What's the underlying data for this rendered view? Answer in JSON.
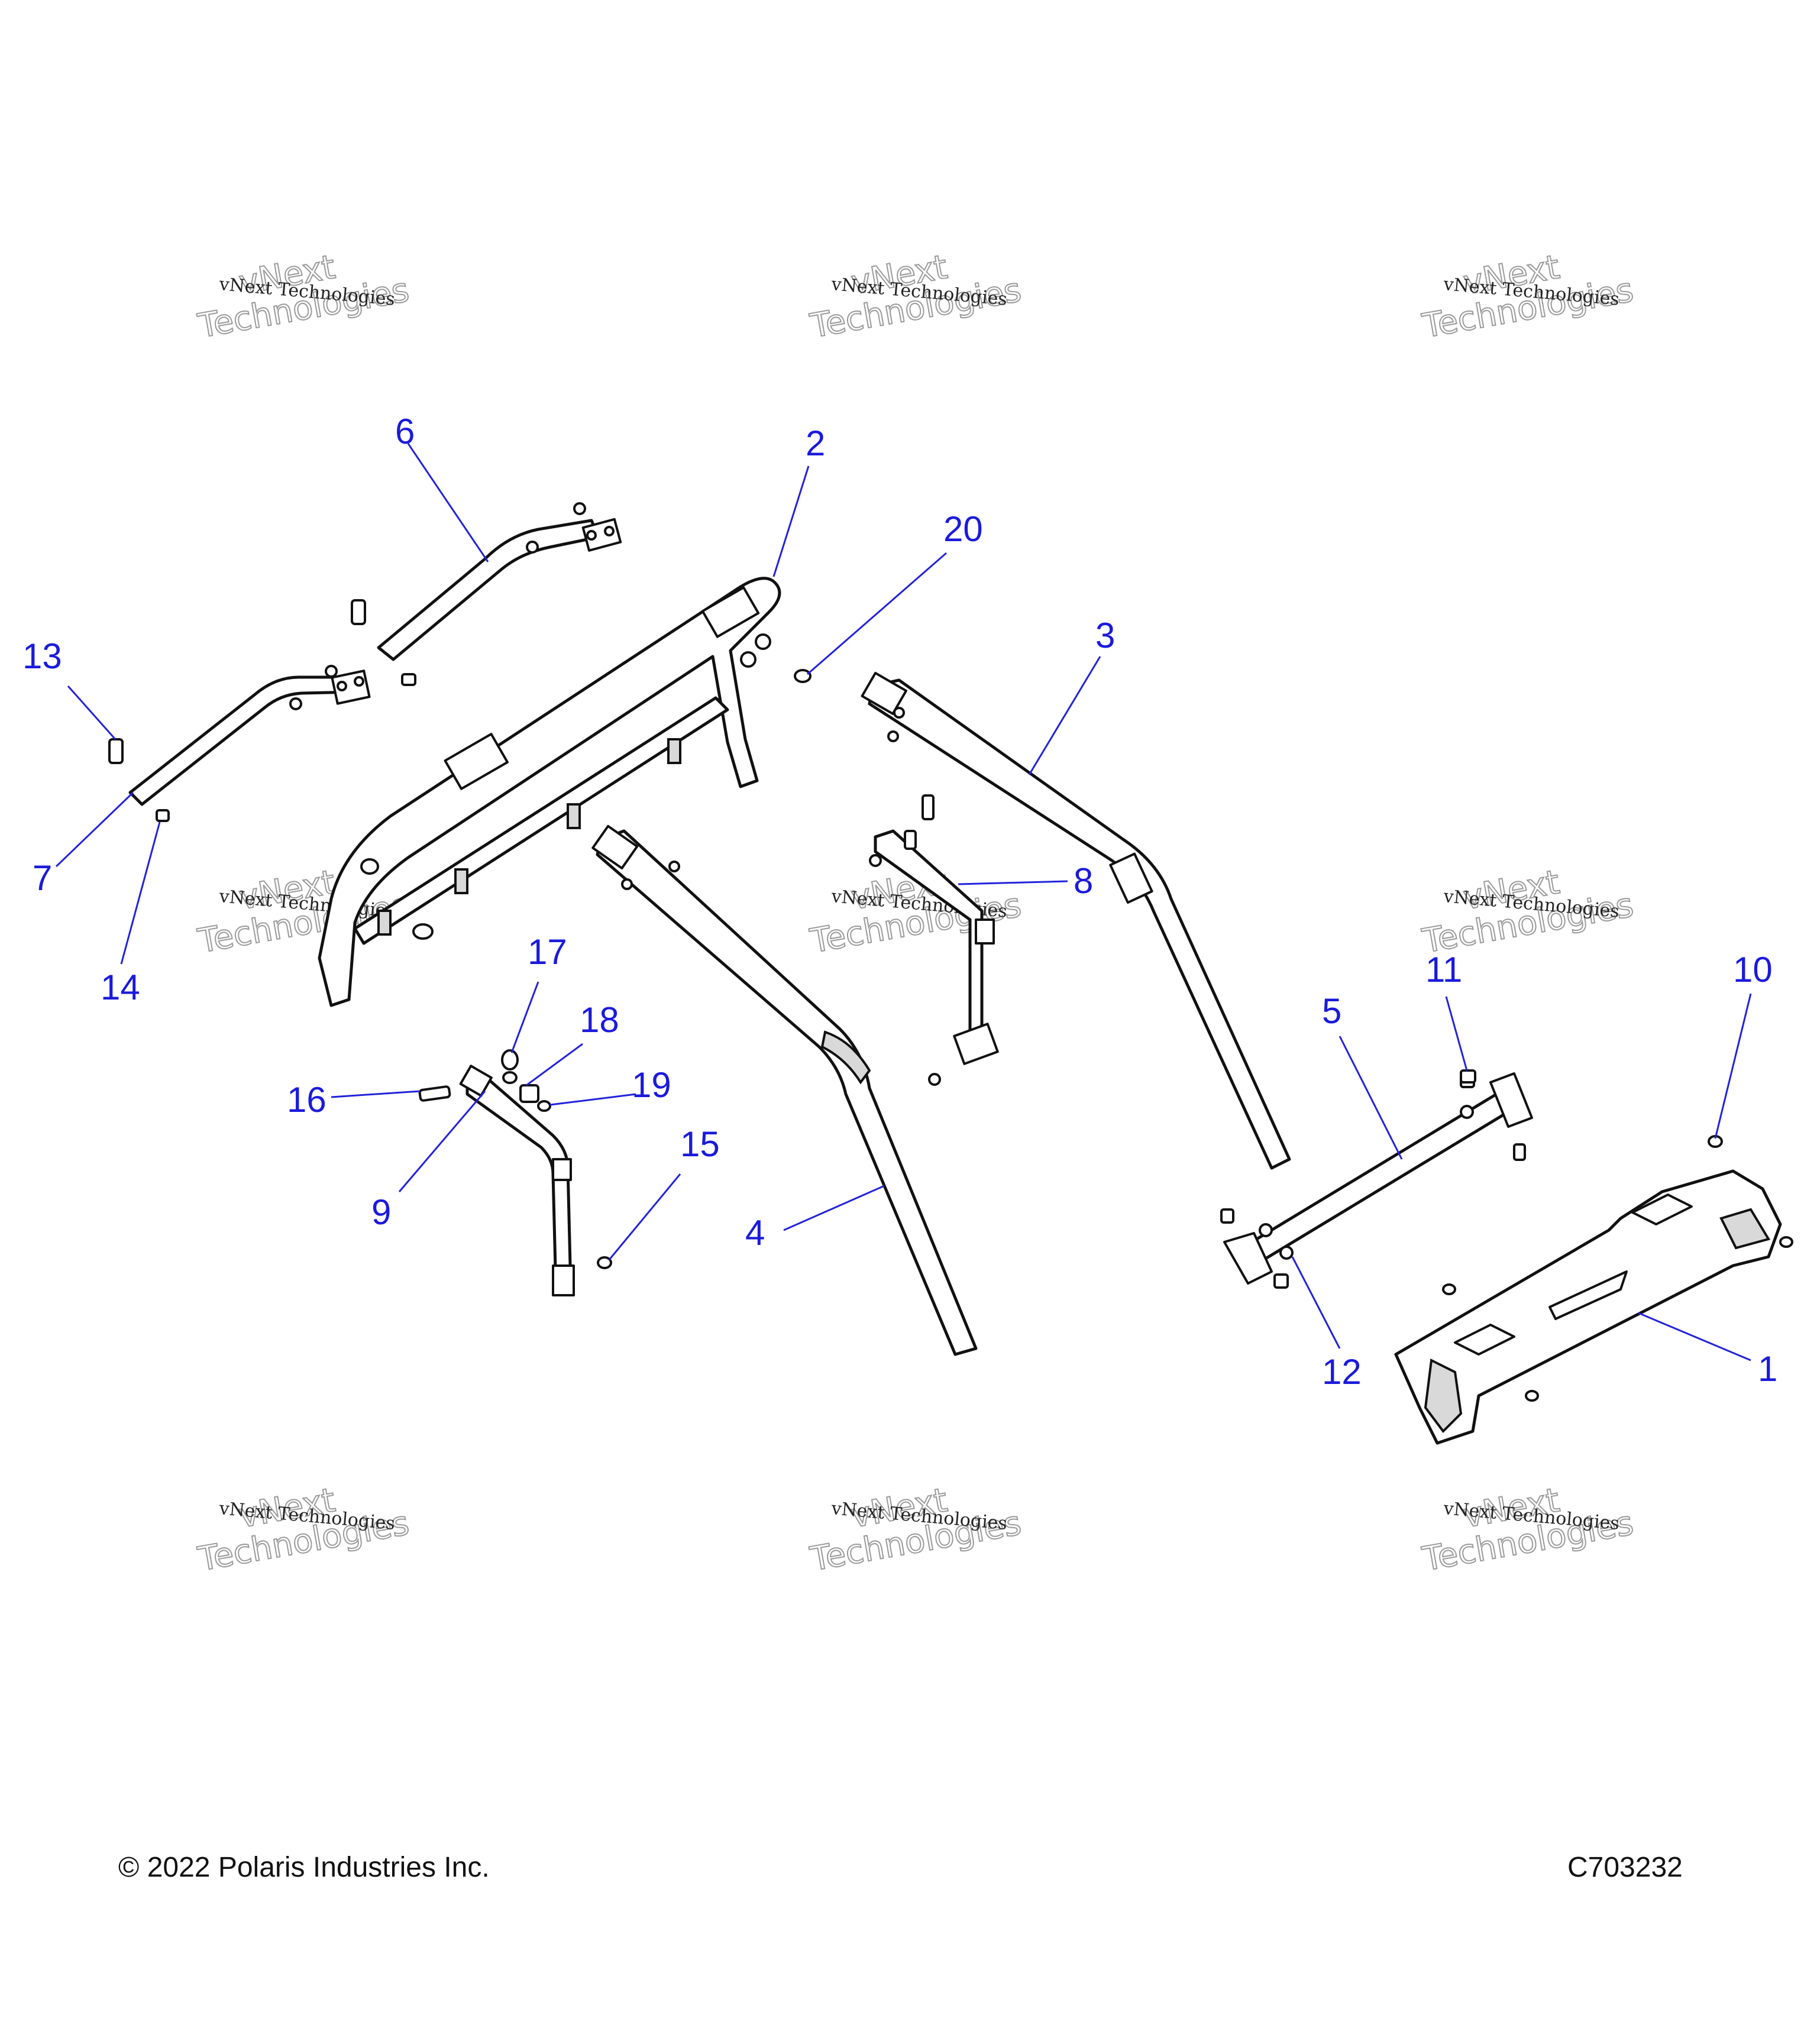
{
  "callouts": [
    {
      "id": "1",
      "label": "1"
    },
    {
      "id": "2",
      "label": "2"
    },
    {
      "id": "3",
      "label": "3"
    },
    {
      "id": "4",
      "label": "4"
    },
    {
      "id": "5",
      "label": "5"
    },
    {
      "id": "6",
      "label": "6"
    },
    {
      "id": "7",
      "label": "7"
    },
    {
      "id": "8",
      "label": "8"
    },
    {
      "id": "9",
      "label": "9"
    },
    {
      "id": "10",
      "label": "10"
    },
    {
      "id": "11",
      "label": "11"
    },
    {
      "id": "12",
      "label": "12"
    },
    {
      "id": "13",
      "label": "13"
    },
    {
      "id": "14",
      "label": "14"
    },
    {
      "id": "15",
      "label": "15"
    },
    {
      "id": "16",
      "label": "16"
    },
    {
      "id": "17",
      "label": "17"
    },
    {
      "id": "18",
      "label": "18"
    },
    {
      "id": "19",
      "label": "19"
    },
    {
      "id": "20",
      "label": "20"
    }
  ],
  "watermark": {
    "line_small": "vNext Technologies",
    "line_large_1": "vNext",
    "line_large_2": "Technologies"
  },
  "footer": {
    "copyright": "© 2022 Polaris Industries Inc.",
    "figure_code": "C703232"
  },
  "colors": {
    "callout": "#1a1adc",
    "line_art": "#111111",
    "background": "#ffffff"
  }
}
